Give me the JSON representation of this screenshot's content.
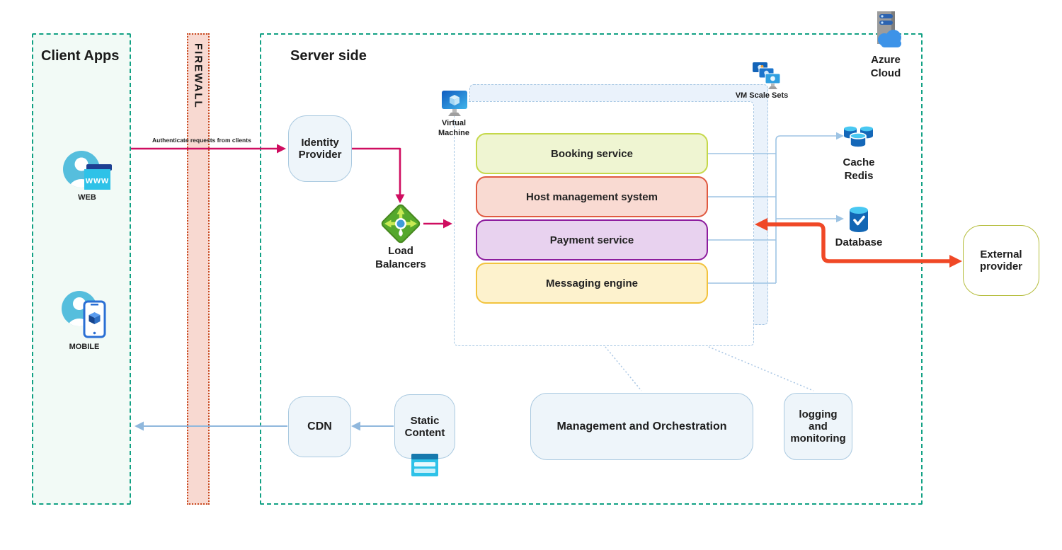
{
  "client_apps": {
    "title": "Client Apps",
    "web_label": "WEB",
    "mobile_label": "MOBILE"
  },
  "firewall": {
    "label": "FIREWALL"
  },
  "server_side": {
    "title": "Server side"
  },
  "nodes": {
    "identity_provider": {
      "label": "Identity Provider"
    },
    "load_balancers": {
      "label": "Load Balancers"
    },
    "virtual_machine": {
      "label": "Virtual Machine"
    },
    "vm_scale_sets": {
      "label": "VM Scale Sets"
    },
    "services": [
      {
        "id": "booking",
        "label": "Booking service",
        "fill": "#eff5d2",
        "border": "#c5d84a"
      },
      {
        "id": "host-management",
        "label": "Host management system",
        "fill": "#f9dad2",
        "border": "#e05a41"
      },
      {
        "id": "payment",
        "label": "Payment service",
        "fill": "#e8d2ef",
        "border": "#8d1d9e"
      },
      {
        "id": "messaging",
        "label": "Messaging engine",
        "fill": "#fdf2cd",
        "border": "#f2c33e"
      }
    ],
    "cache_redis": {
      "label": "Cache Redis"
    },
    "database": {
      "label": "Database"
    },
    "azure_cloud": {
      "label": "Azure Cloud"
    },
    "external_provider": {
      "label": "External provider"
    },
    "cdn": {
      "label": "CDN"
    },
    "static_content": {
      "label": "Static Content"
    },
    "management_orchestration": {
      "label": "Management and Orchestration"
    },
    "logging_monitoring": {
      "label": "logging and monitoring"
    }
  },
  "edges": {
    "authenticate_label": "Authenticate requests from clients"
  },
  "colors": {
    "region_border": "#12a184",
    "pink_arrow": "#cf0d60",
    "red_arrow": "#f04826",
    "blue_line": "#9ec4e4",
    "firewall_fill": "#f8d9d1",
    "firewall_border": "#c8491f",
    "vm_box_fill": "#eaf2fb"
  }
}
